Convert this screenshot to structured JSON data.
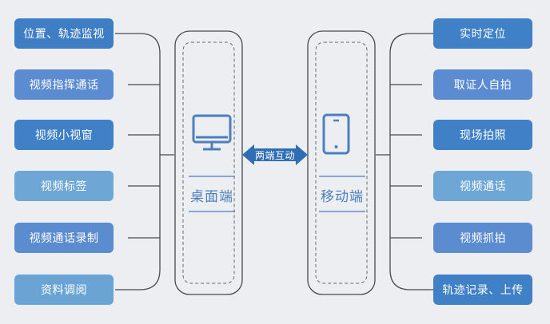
{
  "left_features": [
    {
      "label": "位置、轨迹监视",
      "color": "#3f7ec4"
    },
    {
      "label": "视频指挥通话",
      "color": "#5b8bd0"
    },
    {
      "label": "视频小视窗",
      "color": "#3f80c6"
    },
    {
      "label": "视频标签",
      "color": "#6ea6d6"
    },
    {
      "label": "视频通话录制",
      "color": "#5c8cd0"
    },
    {
      "label": "资料调阅",
      "color": "#6aa4d4"
    }
  ],
  "right_features": [
    {
      "label": "实时定位",
      "color": "#3f80c6"
    },
    {
      "label": "取证人自拍",
      "color": "#5b8bd0"
    },
    {
      "label": "现场拍照",
      "color": "#3f80c6"
    },
    {
      "label": "视频通话",
      "color": "#6ea6d6"
    },
    {
      "label": "视频抓拍",
      "color": "#5c8cd0"
    },
    {
      "label": "轨迹记录、上传",
      "color": "#3f80c6"
    }
  ],
  "desktop": {
    "label": "桌面端",
    "icon": "monitor-icon"
  },
  "mobile": {
    "label": "移动端",
    "icon": "tablet-icon"
  },
  "exchange": {
    "label": "两端互动",
    "icon": "double-arrow-icon",
    "color": "#2f6db5"
  },
  "colors": {
    "line": "#4a4a4a",
    "accent": "#4b7fbe",
    "background": "#eceef2"
  }
}
